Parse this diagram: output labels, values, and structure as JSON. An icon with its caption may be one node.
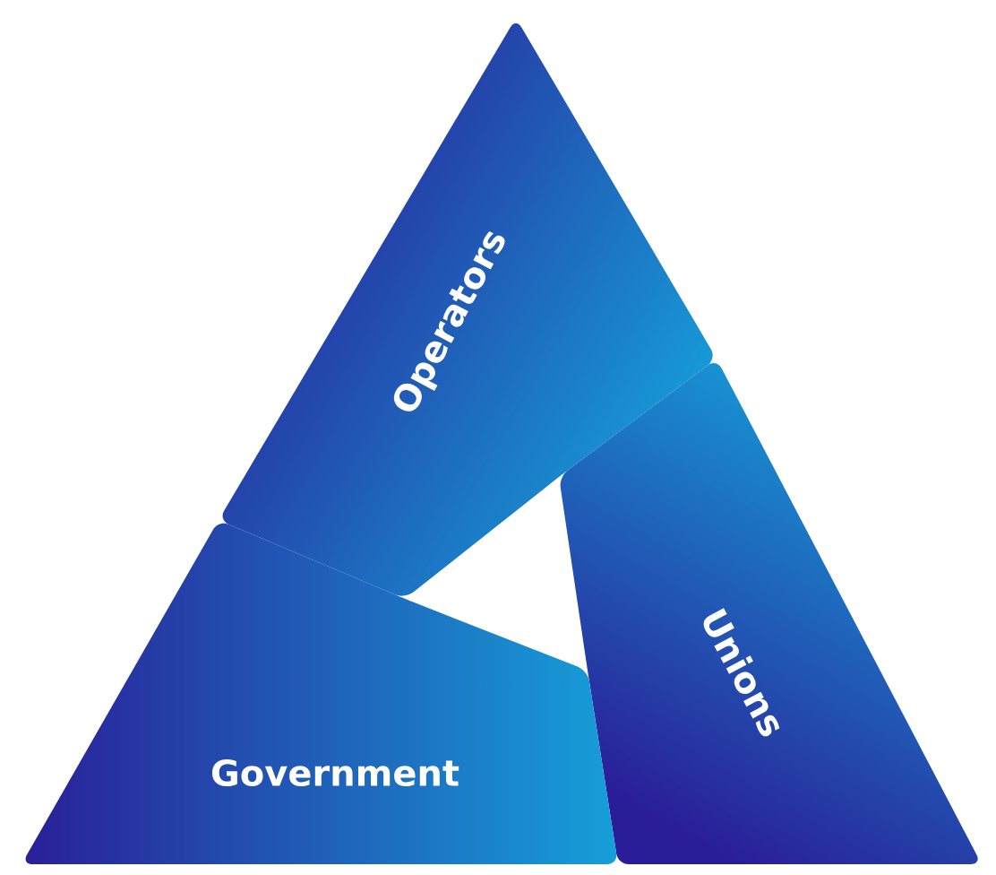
{
  "diagram": {
    "nodes": [
      {
        "text": [
          "Operators"
        ]
      },
      {
        "text": [
          "Unions"
        ]
      },
      {
        "text": [
          "Government"
        ]
      }
    ]
  }
}
